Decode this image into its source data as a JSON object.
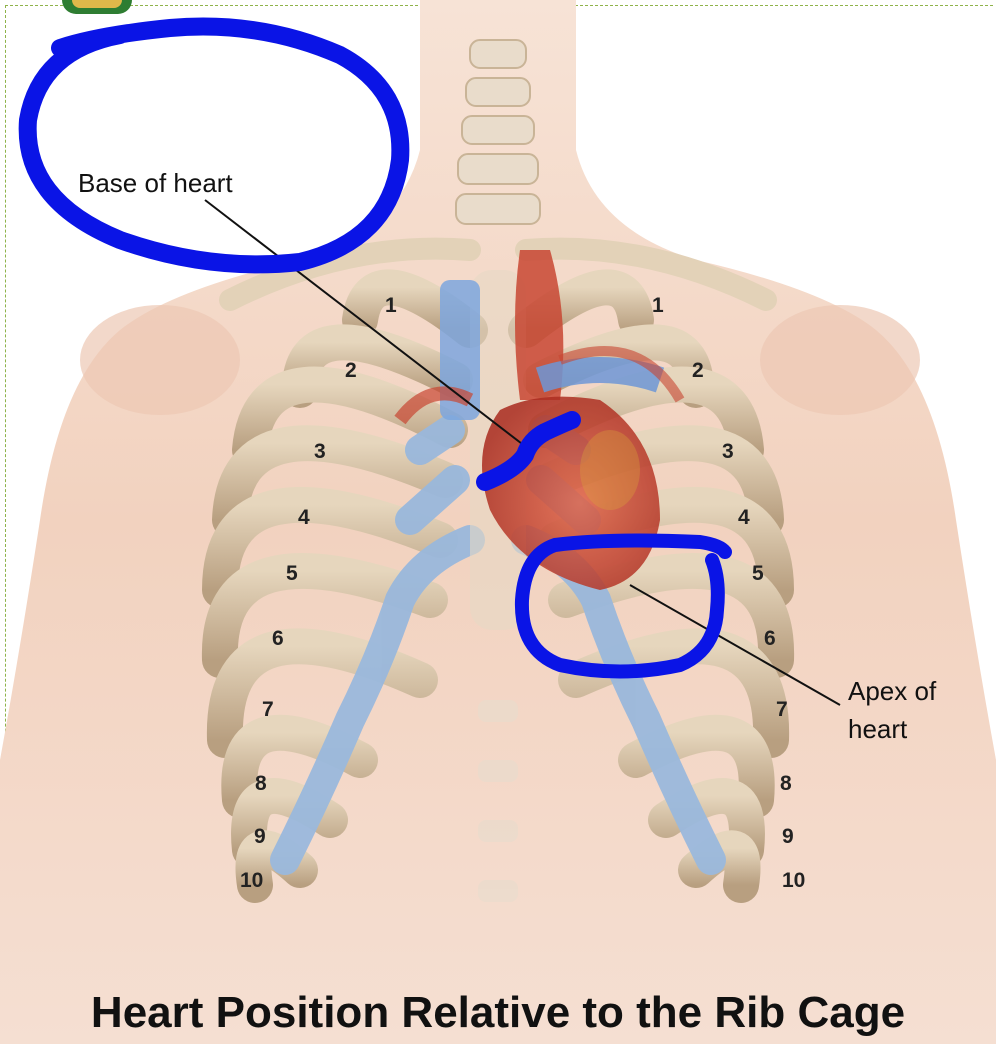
{
  "labels": {
    "base": "Base of heart",
    "apex_line1": "Apex of",
    "apex_line2": "heart"
  },
  "title": "Heart Position Relative to the Rib Cage",
  "rib_numbers": {
    "left": [
      "1",
      "2",
      "3",
      "4",
      "5",
      "6",
      "7",
      "8",
      "9",
      "10"
    ],
    "right": [
      "1",
      "2",
      "3",
      "4",
      "5",
      "6",
      "7",
      "8",
      "9",
      "10"
    ]
  },
  "colors": {
    "skin": "#f2d4c2",
    "rib": "#d2bea2",
    "cartilage": "#9ab8dc",
    "heart": "#c8402e",
    "annotation_marker": "#0a14e6",
    "border": "#8fb34a"
  },
  "annotations": [
    "blue-circle-base-label",
    "blue-squiggle-base",
    "blue-circle-apex"
  ]
}
